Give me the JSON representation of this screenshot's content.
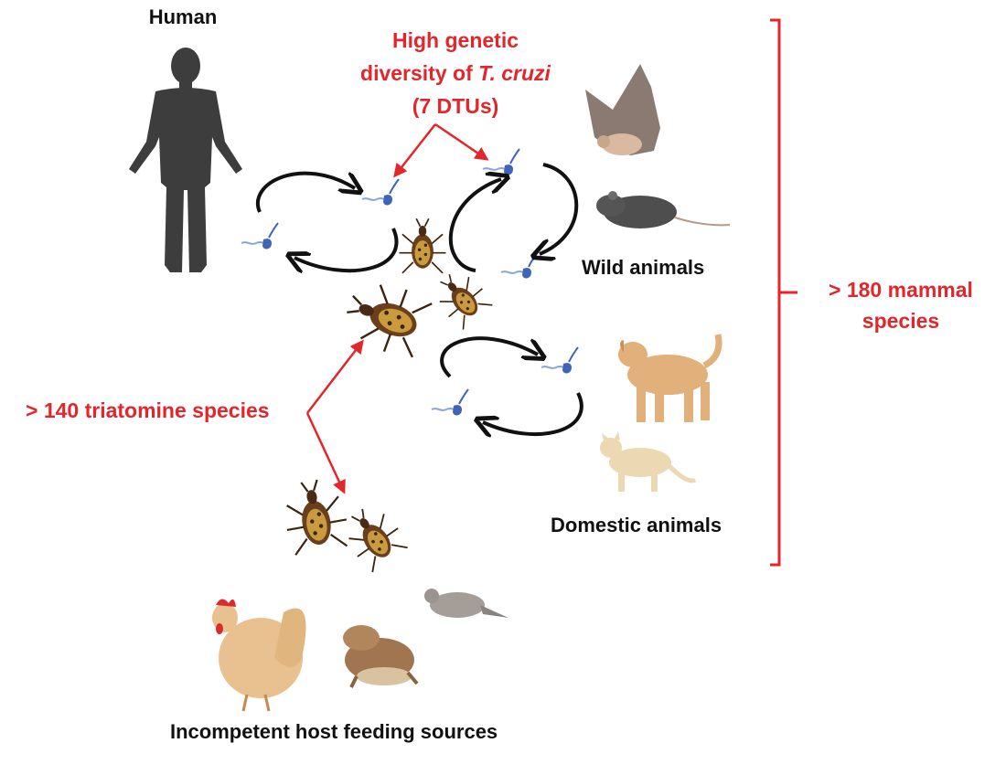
{
  "labels": {
    "human": "Human",
    "genetic_line1": "High genetic",
    "genetic_line2_prefix": "diversity of ",
    "genetic_line2_italic": "T. cruzi",
    "genetic_line3": "(7 DTUs)",
    "wild": "Wild animals",
    "domestic": "Domestic animals",
    "incompetent": "Incompetent host feeding sources",
    "mammal_line1": "> 180 mammal",
    "mammal_line2": "species",
    "triatomine": "> 140 triatomine species"
  },
  "icons": [
    "human-silhouette-icon",
    "bat-icon",
    "rat-icon",
    "dog-icon",
    "cat-icon",
    "rooster-icon",
    "frog-icon",
    "dove-icon",
    "triatomine-bug-icon",
    "trypanosome-icon",
    "cycle-arrow-icon"
  ],
  "colors": {
    "accent": "#e3262b",
    "text": "#111111",
    "silhouette": "#3d3d3d",
    "arrow": "#111111",
    "parasite": "#3f64b8"
  }
}
